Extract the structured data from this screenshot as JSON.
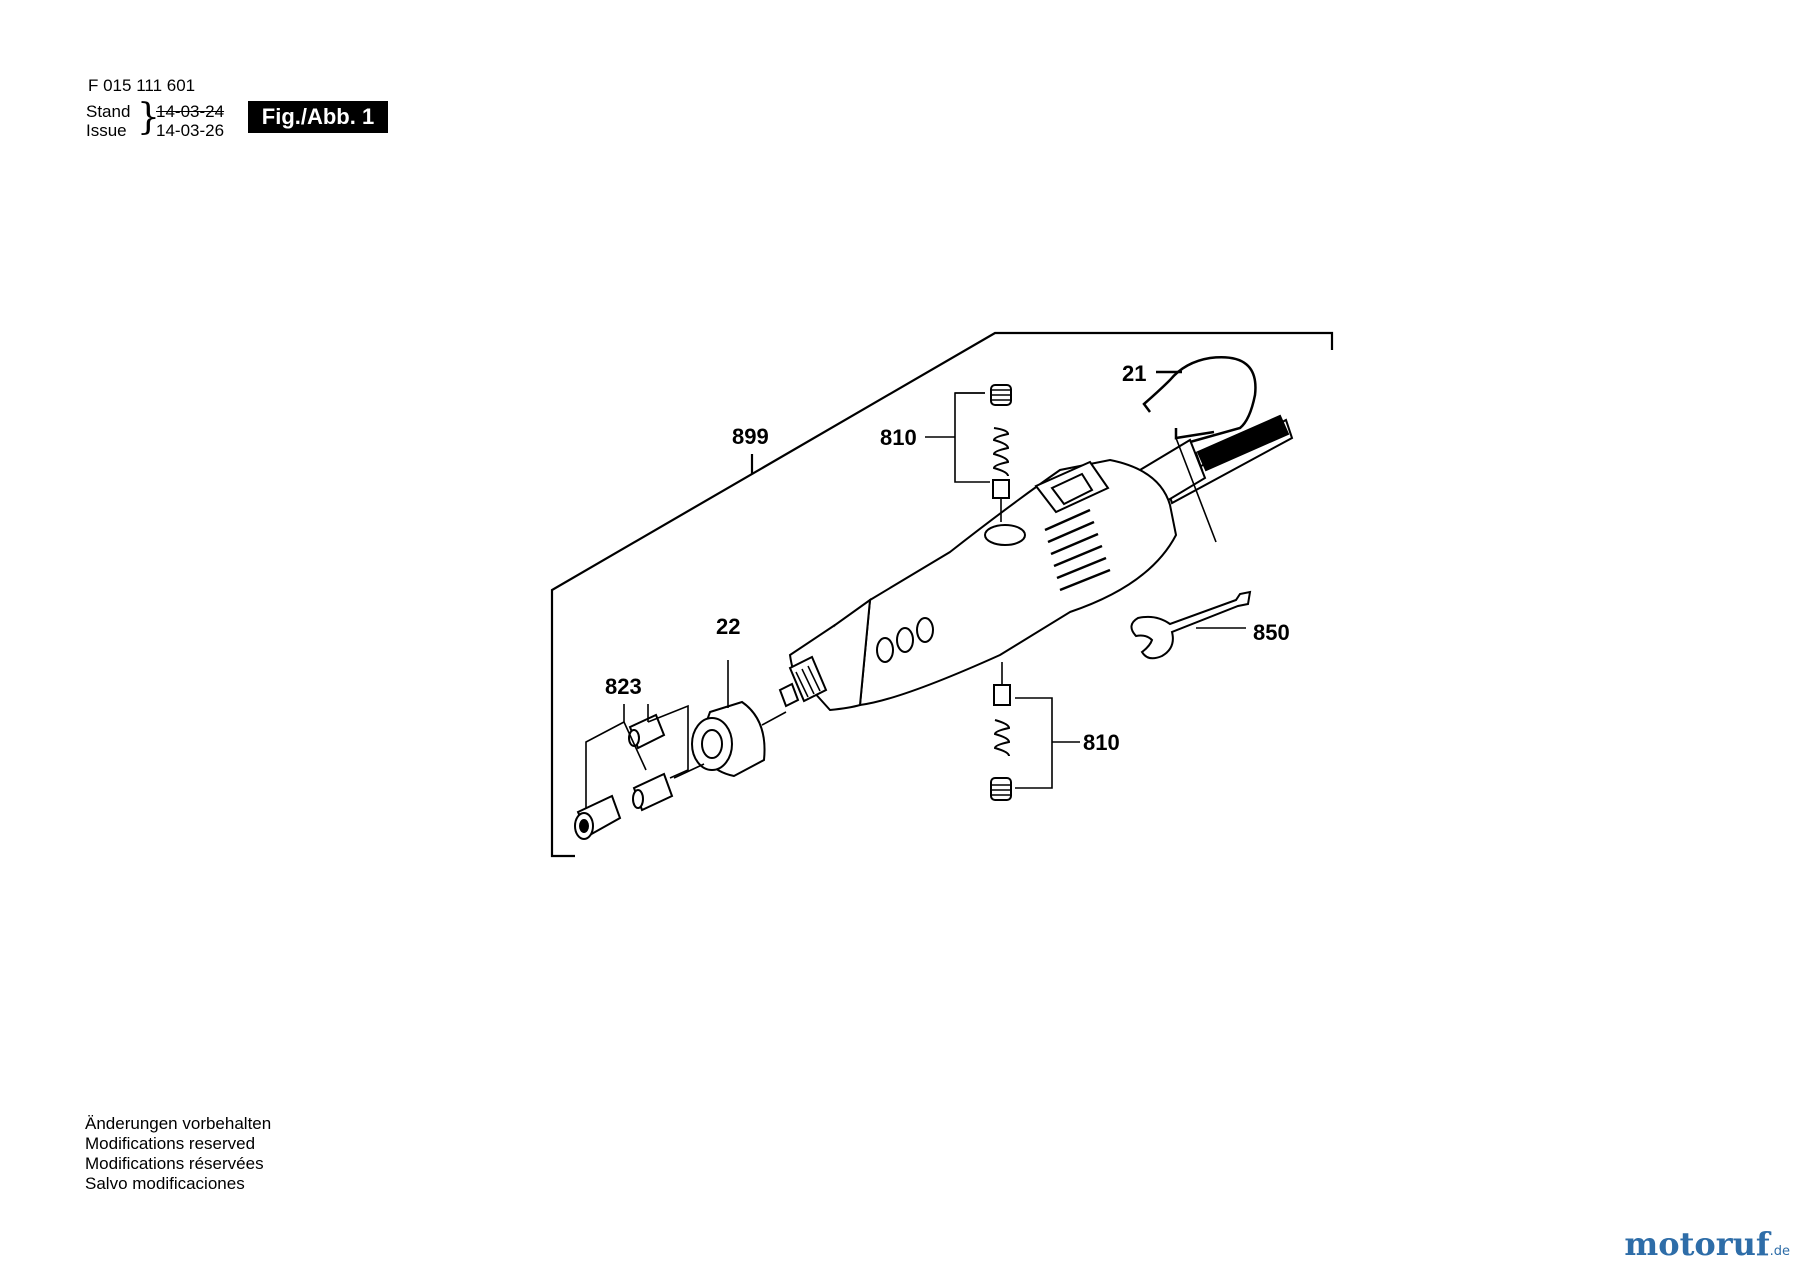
{
  "header": {
    "doc_number": "F 015 111 601",
    "stand_label": "Stand",
    "issue_label": "Issue",
    "date_superseded": "14-03-24",
    "date_current": "14-03-26",
    "figure_label": "Fig./Abb. 1"
  },
  "parts": {
    "p899": "899",
    "p810_top": "810",
    "p21": "21",
    "p850": "850",
    "p22": "22",
    "p823": "823",
    "p810_bottom": "810"
  },
  "notes": [
    "Änderungen vorbehalten",
    "Modifications reserved",
    "Modifications réservées",
    "Salvo modificaciones"
  ],
  "watermark": {
    "brand": "motoruf",
    "tld": ".de",
    "brand_color": "#2e6da8",
    "accent_color": "#e8a030"
  }
}
